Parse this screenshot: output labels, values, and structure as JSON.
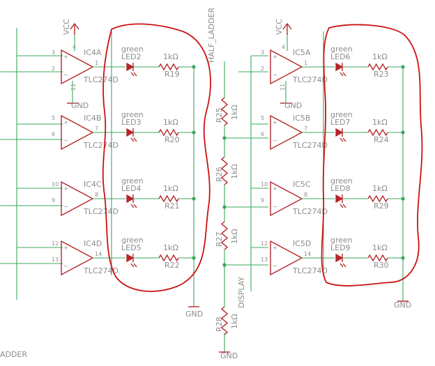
{
  "net_labels": {
    "vcc": "VCC",
    "gnd": "GND",
    "half_ladder": "HALF_LADDER",
    "display": "DISPLAY",
    "ladder_fragment": "ADDER"
  },
  "opamp_type": "TLC274D",
  "resistor_value": "1kΩ",
  "led_color": "green",
  "left_stage": {
    "opamps": [
      {
        "ref": "IC4A",
        "pin_plus": "3",
        "pin_minus": "2",
        "pin_out": "1",
        "pin_vcc": "4",
        "pin_gnd": "11"
      },
      {
        "ref": "IC4B",
        "pin_plus": "5",
        "pin_minus": "6",
        "pin_out": "7"
      },
      {
        "ref": "IC4C",
        "pin_plus": "10",
        "pin_minus": "9",
        "pin_out": "8"
      },
      {
        "ref": "IC4D",
        "pin_plus": "12",
        "pin_minus": "13",
        "pin_out": "14"
      }
    ],
    "leds": [
      "LED2",
      "LED3",
      "LED4",
      "LED5"
    ],
    "resistors": [
      "R19",
      "R20",
      "R21",
      "R22"
    ]
  },
  "ladder": [
    "R25",
    "R26",
    "R27",
    "R28"
  ],
  "right_stage": {
    "opamps": [
      {
        "ref": "IC5A",
        "pin_plus": "3",
        "pin_minus": "2",
        "pin_out": "1",
        "pin_vcc": "4",
        "pin_gnd": "11"
      },
      {
        "ref": "IC5B",
        "pin_plus": "5",
        "pin_minus": "6",
        "pin_out": "7"
      },
      {
        "ref": "IC5C",
        "pin_plus": "10",
        "pin_minus": "9",
        "pin_out": "8"
      },
      {
        "ref": "IC5D",
        "pin_plus": "12",
        "pin_minus": "13",
        "pin_out": "14"
      }
    ],
    "leds": [
      "LED6",
      "LED7",
      "LED8",
      "LED9"
    ],
    "resistors": [
      "R23",
      "R24",
      "R29",
      "R30"
    ]
  },
  "colors": {
    "wire": "#3aa85c",
    "component": "#b5262a",
    "annotation": "#cc1111",
    "text": "#8c8c8c"
  }
}
